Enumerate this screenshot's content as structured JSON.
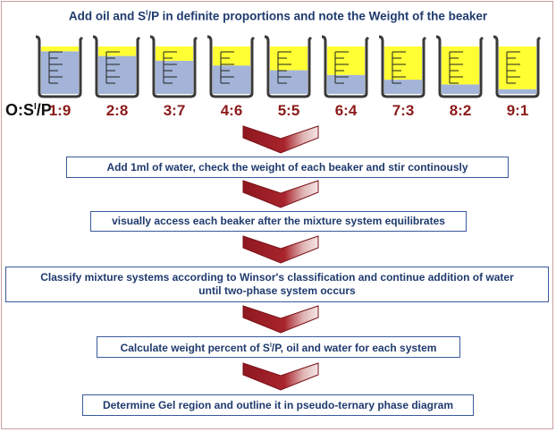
{
  "title": {
    "prefix": "Add oil and S",
    "sup": "I",
    "suffix": "/P in definite proportions and note the Weight of the beaker"
  },
  "ratio_label": {
    "prefix": "O:S",
    "sup": "I",
    "suffix": "/P"
  },
  "beakers": [
    {
      "ratio": "1:9",
      "oil_fraction": 0.1
    },
    {
      "ratio": "2:8",
      "oil_fraction": 0.2
    },
    {
      "ratio": "3:7",
      "oil_fraction": 0.3
    },
    {
      "ratio": "4:6",
      "oil_fraction": 0.4
    },
    {
      "ratio": "5:5",
      "oil_fraction": 0.5
    },
    {
      "ratio": "6:4",
      "oil_fraction": 0.6
    },
    {
      "ratio": "7:3",
      "oil_fraction": 0.7
    },
    {
      "ratio": "8:2",
      "oil_fraction": 0.8
    },
    {
      "ratio": "9:1",
      "oil_fraction": 0.9
    }
  ],
  "steps": {
    "s1": "Add 1ml of water, check the weight of each beaker and stir continously",
    "s2": "visually access each beaker after the mixture system equilibrates",
    "s3_line1": "Classify mixture systems according to Winsor's classification and continue addition of water",
    "s3_line2": "until two-phase system occurs",
    "s4_prefix": "Calculate weight percent of S",
    "s4_sup": "I",
    "s4_suffix": "/P, oil and water for each system",
    "s5": "Determine Gel region and outline it in pseudo-ternary phase diagram"
  },
  "colors": {
    "oil": "#ffff33",
    "surfactant_mixture": "#a3b4d8",
    "chevron": "#9b1b22",
    "ratio_text": "#8b1a1a",
    "step_text": "#1f3a6e"
  }
}
